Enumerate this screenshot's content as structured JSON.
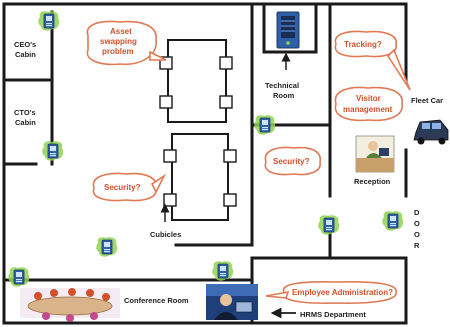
{
  "rooms": {
    "ceo_cabin": [
      "CEO's",
      "Cabin"
    ],
    "cto_cabin": [
      "CTO's",
      "Cabin"
    ],
    "technical_room": [
      "Technical",
      "Room"
    ],
    "cubicles": "Cubicles",
    "reception": "Reception",
    "conference_room": "Conference Room",
    "hrms_department": "HRMS Department",
    "fleet_car": "Fleet Car",
    "door": [
      "D",
      "O",
      "O",
      "R"
    ]
  },
  "issues": {
    "asset_swapping": [
      "Asset",
      "swapping",
      "problem"
    ],
    "security_cubicles": "Security?",
    "security_technical": "Security?",
    "tracking": "Tracking?",
    "visitor_management": [
      "Visitor",
      "management"
    ],
    "employee_administration": "Employee Administration?"
  },
  "colors": {
    "wall": "#1a1a1a",
    "device_green": "#8fd14f",
    "device_blue": "#2e5fa6",
    "issue_text": "#d4502a",
    "bubble_border": "#e07a55",
    "car": "#2b3a55"
  },
  "icons": {
    "device": "rfid-reader-icon",
    "server": "server-rack-icon",
    "car": "car-icon",
    "receptionist": "receptionist-icon",
    "conference": "conference-table-icon",
    "hr_staff": "hr-staff-icon",
    "arrow": "arrow-icon"
  }
}
